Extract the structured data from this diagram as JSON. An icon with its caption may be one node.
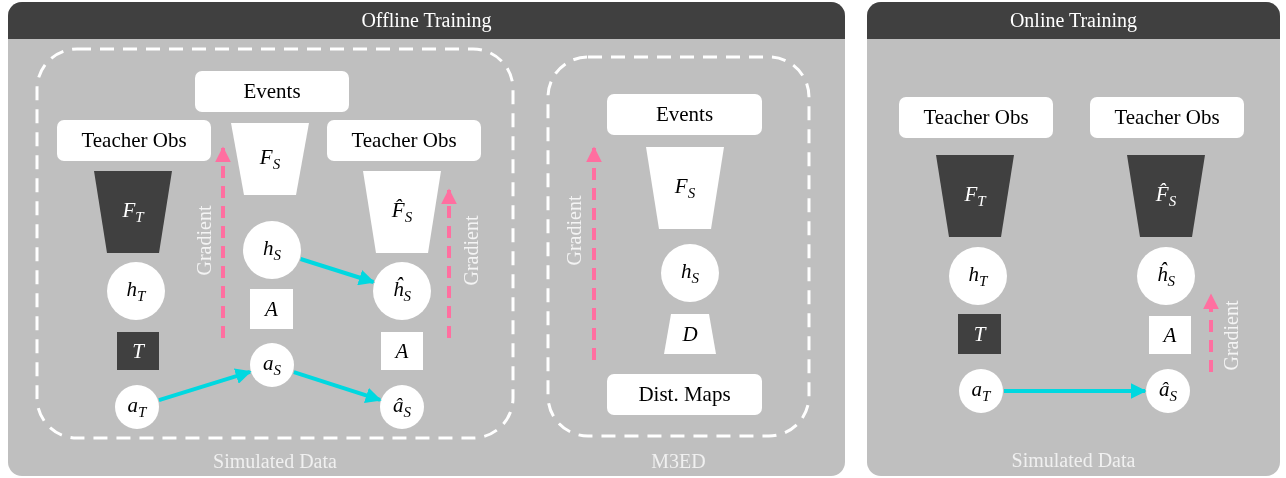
{
  "diagram": {
    "nodes": [
      {
        "text": [
          "Offline Training"
        ]
      },
      {
        "text": [
          "Simulated Data"
        ],
        "in": 0
      },
      {
        "text": [
          "Events"
        ],
        "in": 1
      },
      {
        "text": [
          "Teacher Obs"
        ],
        "in": 1
      },
      {
        "text": [
          "F$_{S}$"
        ],
        "in": 1
      },
      {
        "text": [
          "Teacher Obs"
        ],
        "in": 1
      },
      {
        "text": [
          "F$_{T}$"
        ],
        "in": 1
      },
      {
        "text": [
          "F̂$_{S}$"
        ],
        "in": 1
      },
      {
        "text": [
          "h$_{S}$"
        ],
        "in": 1
      },
      {
        "text": [
          "h$_{T}$"
        ],
        "in": 1
      },
      {
        "text": [
          "ĥ$_{S}$"
        ],
        "in": 1
      },
      {
        "text": [
          "A"
        ],
        "in": 1
      },
      {
        "text": [
          "T"
        ],
        "in": 1
      },
      {
        "text": [
          "A"
        ],
        "in": 1
      },
      {
        "text": [
          "a$_{S}$"
        ],
        "in": 1
      },
      {
        "text": [
          "a$_{T}$"
        ],
        "in": 1
      },
      {
        "text": [
          "â$_{S}$"
        ],
        "in": 1
      },
      {
        "text": [
          "M3ED"
        ],
        "in": 0
      },
      {
        "text": [
          "Events"
        ],
        "in": 17
      },
      {
        "text": [
          "F$_{S}$"
        ],
        "in": 17
      },
      {
        "text": [
          "h$_{S}$"
        ],
        "in": 17
      },
      {
        "text": [
          "D"
        ],
        "in": 17
      },
      {
        "text": [
          "Dist. Maps"
        ],
        "in": 17
      },
      {
        "text": [
          "Online Training",
          "Simulated Data"
        ]
      },
      {
        "text": [
          "Teacher Obs"
        ],
        "in": 23
      },
      {
        "text": [
          "Teacher Obs"
        ],
        "in": 23
      },
      {
        "text": [
          "F$_{T}$"
        ],
        "in": 23
      },
      {
        "text": [
          "F̂$_{S}$"
        ],
        "in": 23
      },
      {
        "text": [
          "h$_{T}$"
        ],
        "in": 23
      },
      {
        "text": [
          "ĥ$_{S}$"
        ],
        "in": 23
      },
      {
        "text": [
          "T"
        ],
        "in": 23
      },
      {
        "text": [
          "A"
        ],
        "in": 23
      },
      {
        "text": [
          "a$_{T}$"
        ],
        "in": 23
      },
      {
        "text": [
          "â$_{S}$"
        ],
        "in": 23
      }
    ],
    "edges": [
      {
        "from": 8,
        "to": 10,
        "arrow": "to"
      },
      {
        "from": 15,
        "to": 14,
        "arrow": "to"
      },
      {
        "from": 14,
        "to": 16,
        "arrow": "to"
      },
      {
        "from": 32,
        "to": 33,
        "arrow": "to"
      }
    ],
    "labels": [
      "Gradient",
      "Gradient",
      "Gradient",
      "Gradient"
    ]
  }
}
